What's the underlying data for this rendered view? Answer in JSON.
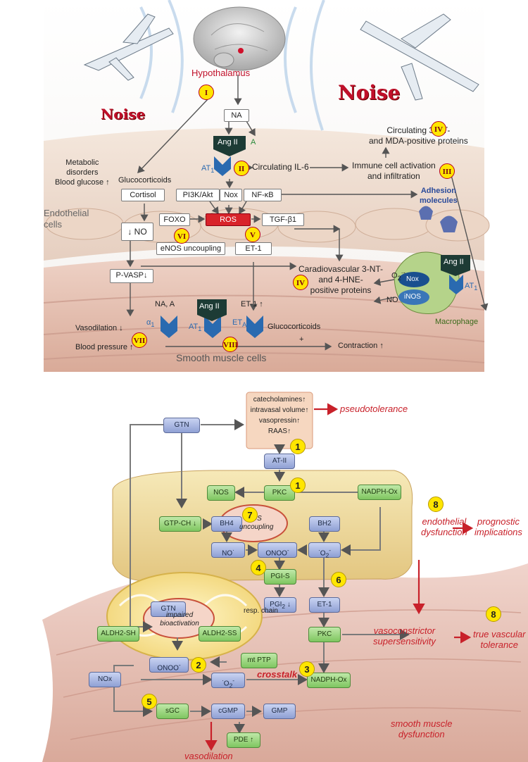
{
  "top": {
    "hypothalamus": "Hypothalamus",
    "noise_left": "Noise",
    "noise_right": "Noise",
    "na": "NA",
    "ang2": "Ang II",
    "a": "A",
    "at1": "AT",
    "circ_il6": "Circulating IL-6",
    "circ_3nt_mda": [
      "Circulating 3-NT-",
      "and MDA-positive proteins"
    ],
    "immune": [
      "Immune cell activation",
      "and infiltration"
    ],
    "metabolic": [
      "Metabolic",
      "disorders",
      "Blood glucose"
    ],
    "glucocorticoids": "Glucocorticoids",
    "cortisol": "Cortisol",
    "pi3k": "PI3K/Akt",
    "nox": "Nox",
    "nfkb": "NF-κB",
    "adhesion": [
      "Adhesion",
      "molecules"
    ],
    "endothelial": [
      "Endothelial",
      "cells"
    ],
    "foxo": "FOXO",
    "ros": "ROS",
    "tgfb": "TGF-β1",
    "no_down": "↓ NO",
    "enos": "eNOS uncoupling",
    "et1": "ET-1",
    "cardio": [
      "Caradiovascular 3-NT-",
      "and 4-HNE-",
      "positive proteins"
    ],
    "pvasp": "P-VASP↓",
    "o2": "O",
    "no_label": "NO",
    "nox2": "Nox",
    "inos": "iNOS",
    "ang2_mac": "Ang II",
    "na_a": "NA, A",
    "ang2_smc": "Ang II",
    "et1_smc": "ET-1",
    "alpha1": "α",
    "at1_smc": "AT",
    "eta": "ET",
    "gluco2": "Glucocorticoids",
    "vasodilation": "Vasodilation",
    "bp": "Blood pressure",
    "contraction": "Contraction",
    "macrophage": "Macrophage",
    "smooth": "Smooth muscle cells",
    "roman": [
      "I",
      "II",
      "III",
      "IV",
      "IV",
      "V",
      "VI",
      "VII",
      "VIII"
    ],
    "plus": "+"
  },
  "bottom": {
    "gtn_top": "GTN",
    "tolerance_list": [
      "catecholamines",
      "intravasal volume",
      "vasopressin",
      "RAAS"
    ],
    "pseudotolerance": "pseudotolerance",
    "at2": "AT-II",
    "nos": "NOS",
    "pkc1": "PKC",
    "nadph1": "NADPH-Ox",
    "gtpch": "GTP-CH",
    "bh4": "BH4",
    "nos_uncoupling": [
      "NOS",
      "uncoupling"
    ],
    "bh2": "BH2",
    "no_dot": "NO",
    "onoo1": "ONOO",
    "o2_1": "O",
    "pgis": "PGI-S",
    "pgi2": "PGI",
    "et1": "ET-1",
    "gtn_mito": "GTN",
    "aldh_sh": "ALDH2-SH",
    "impaired": [
      "impaired",
      "bioactivation"
    ],
    "aldh_ss": "ALDH2-SS",
    "resp": "resp. chain",
    "pkc2": "PKC",
    "onoo2": "ONOO",
    "mtptp": "mt PTP",
    "nox": "NOx",
    "o2_2": "O",
    "crosstalk": "crosstalk",
    "nadph2": "NADPH-Ox",
    "sgc": "sGC",
    "cgmp": "cGMP",
    "gmp": "GMP",
    "pde": "PDE",
    "vasodilation": "vasodilation",
    "endothelial_dys": [
      "endothelial",
      "dysfunction"
    ],
    "prognostic": [
      "prognostic",
      "implications"
    ],
    "vasoconstrictor": [
      "vasoconstrictor",
      "supersensitivity"
    ],
    "true_tol": [
      "true vascular",
      "tolerance"
    ],
    "smooth_dys": [
      "smooth muscle",
      "dysfunction"
    ],
    "numbers": [
      "1",
      "1",
      "7",
      "4",
      "6",
      "2",
      "3",
      "5",
      "8",
      "8"
    ]
  }
}
